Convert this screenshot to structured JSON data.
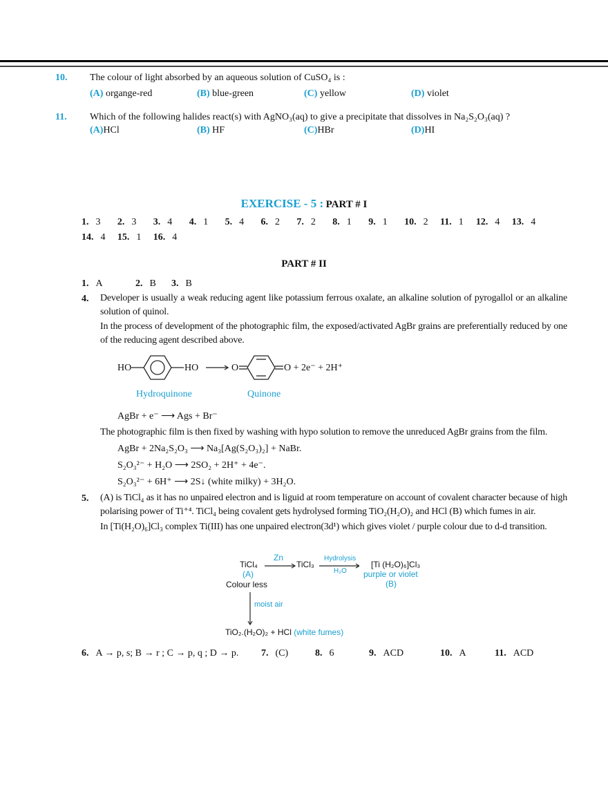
{
  "colors": {
    "accent": "#1a9fd0",
    "text": "#111111"
  },
  "q10": {
    "number": "10.",
    "text": "The colour of light absorbed by an aqueous solution of CuSO₄ is :",
    "options": [
      {
        "key": "(A)",
        "text": "organge-red"
      },
      {
        "key": "(B)",
        "text": "blue-green"
      },
      {
        "key": "(C)",
        "text": "yellow"
      },
      {
        "key": "(D)",
        "text": " violet"
      }
    ]
  },
  "q11": {
    "number": "11.",
    "text": "Which of the following halides react(s) with AgNO₃(aq) to give a precipitate that dissolves in Na₂S₂O₃(aq) ?",
    "options": [
      {
        "key": "(A)",
        "text": "HCl"
      },
      {
        "key": "(B)",
        "text": "HF"
      },
      {
        "key": "(C)",
        "text": "HBr"
      },
      {
        "key": "(D)",
        "text": "HI"
      }
    ]
  },
  "exercise": {
    "title": "EXERCISE - 5 :",
    "part1": "PART # I",
    "part1_answers": [
      [
        "1.",
        "3"
      ],
      [
        "2.",
        "3"
      ],
      [
        "3.",
        "4"
      ],
      [
        "4.",
        "1"
      ],
      [
        "5.",
        "4"
      ],
      [
        "6.",
        "2"
      ],
      [
        "7.",
        "2"
      ],
      [
        "8.",
        "1"
      ],
      [
        "9.",
        "1"
      ],
      [
        "10.",
        "2"
      ],
      [
        "11.",
        "1"
      ],
      [
        "12.",
        "4"
      ],
      [
        "13.",
        "4"
      ],
      [
        "14.",
        "4"
      ],
      [
        "15.",
        "1"
      ],
      [
        "16.",
        "4"
      ]
    ],
    "part2": "PART # II",
    "part2_row1": [
      [
        "1.",
        "A"
      ],
      [
        "2.",
        "B"
      ],
      [
        "3.",
        "B"
      ]
    ]
  },
  "a4": {
    "number": "4.",
    "p1": "Developer is usually a weak reducing agent like potassium ferrous oxalate, an alkaline solution of pyrogallol or an alkaline solution of quinol.",
    "p2": "In the process of development of the photographic film, the exposed/activated AgBr grains are preferentially reduced by one of the reducing agent described above.",
    "ho_left": "HO",
    "ho_right": "HO",
    "o_left": "O",
    "o_right": "O + 2e⁻ + 2H⁺",
    "label_hydroquinone": "Hydroquinone",
    "label_quinone": "Quinone",
    "eq1": "AgBr + e⁻ ⟶ Ags + Br⁻",
    "p3": "The photographic film is then fixed by washing with hypo solution to remove the unreduced  AgBr grains from the film.",
    "eq2": "AgBr + 2Na₂S₂O₃ ⟶ Na₃[Ag(S₂O₃)₂] + NaBr.",
    "eq3": "S₂O₃²⁻ + H₂O ⟶ 2SO₂ + 2H⁺ + 4e⁻.",
    "eq4": "S₂O₃²⁻ + 6H⁺ ⟶ 2S↓ (white milky) + 3H₂O."
  },
  "a5": {
    "number": "5.",
    "p1": "(A) is TiCl₄ as it has no unpaired electron and is liguid at room temperature on account of covalent character because of high polarising power of Ti⁺⁴. TiCl₄ being covalent gets hydrolysed forming TiO₂(H₂O)₂ and HCl (B) which fumes in air.",
    "p2": "In [Ti(H₂O)₆]Cl₃ complex Ti(III) has one unpaired electron(3d¹) which gives violet / purple colour due to d-d transition.",
    "diagram": {
      "ticl4": "TiCl₄",
      "a": "(A)",
      "colourless": "Colour less",
      "zn": "Zn",
      "ticl3": "TiCl₃",
      "hydrolysis": "Hydrolysis",
      "h2o": "H₂O",
      "complex": "[Ti (H₂O)₆]Cl₃",
      "purple": "purple or violet",
      "b": "(B)",
      "moist_air": "moist air",
      "product": "TiO₂.(H₂O)₂ + HCl",
      "white_fumes": "(white fumes)"
    }
  },
  "row6": [
    [
      "6.",
      "A → p, s;  B → r ; C → p, q ; D → p."
    ],
    [
      "7.",
      "(C)"
    ],
    [
      "8.",
      "6"
    ],
    [
      "9.",
      "ACD"
    ],
    [
      "10.",
      "A"
    ],
    [
      "11.",
      "ACD"
    ]
  ]
}
